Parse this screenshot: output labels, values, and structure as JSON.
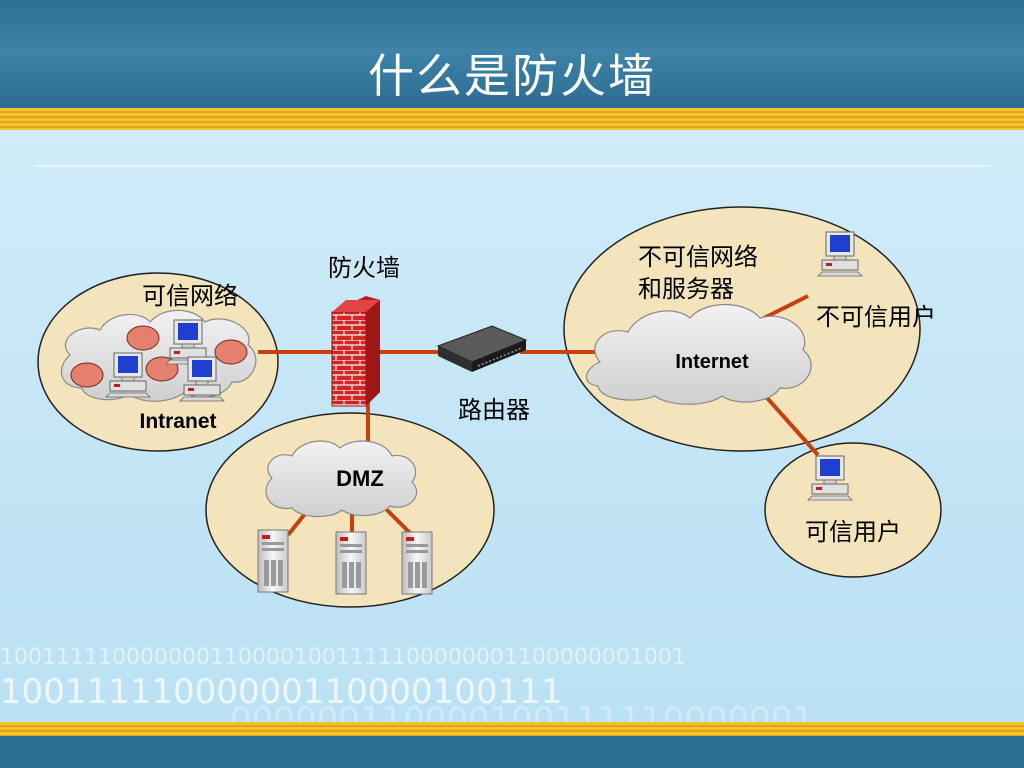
{
  "slide": {
    "title": "什么是防火墙",
    "background_binary": [
      "1001111100000001100001001111100000001100000001001",
      "10011111000000110000100111",
      "000000110000100111110000001"
    ]
  },
  "diagram": {
    "trusted_network": {
      "label": "可信网络",
      "name": "Intranet"
    },
    "firewall": {
      "label": "防火墙"
    },
    "router": {
      "label": "路由器"
    },
    "dmz": {
      "label": "DMZ"
    },
    "untrusted_network": {
      "label_line1": "不可信网络",
      "label_line2": "和服务器",
      "name": "Internet"
    },
    "untrusted_user": {
      "label": "不可信用户"
    },
    "trusted_user": {
      "label": "可信用户"
    }
  },
  "colors": {
    "header_blue": "#2f6f95",
    "gold_band": "#f4c42b",
    "zone_fill": "#f3e4bc",
    "link_orange": "#c8400e",
    "firewall_red": "#d32222",
    "cloud_gray": "#e4e4e4"
  },
  "icons": [
    "firewall-brick-icon",
    "router-icon",
    "cloud-icon",
    "computer-icon",
    "server-icon",
    "node-oval-icon"
  ]
}
